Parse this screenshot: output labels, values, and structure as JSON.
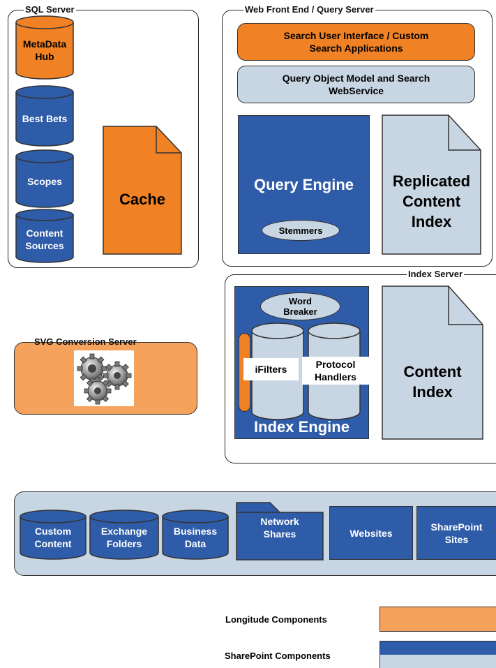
{
  "sql_server": {
    "title": "SQL Server",
    "databases": [
      "MetaData Hub",
      "Best Bets",
      "Scopes",
      "Content Sources"
    ],
    "cache": "Cache"
  },
  "wfe": {
    "title": "Web Front End / Query Server",
    "search_ui": "Search User Interface / Custom Search Applications",
    "query_om": "Query Object Model and Search WebService",
    "query_engine": "Query Engine",
    "stemmers": "Stemmers",
    "replicated_index": "Replicated Content Index"
  },
  "index_server": {
    "title": "Index Server",
    "word_breaker": "Word Breaker",
    "ifilters": "iFilters",
    "protocol_handlers": "Protocol Handlers",
    "index_engine": "Index Engine",
    "content_index": "Content Index"
  },
  "svg_server": {
    "title": "SVG Conversion Server",
    "icon": "gears-icon"
  },
  "sources": {
    "databases": [
      "Custom Content",
      "Exchange Folders",
      "Business Data"
    ],
    "network_shares": "Network Shares",
    "websites": "Websites",
    "sharepoint_sites": "SharePoint Sites"
  },
  "legend": {
    "longitude": "Longitude Components",
    "sharepoint": "SharePoint Components"
  },
  "colors": {
    "orange": "#F08125",
    "light_orange": "#F5A25D",
    "sharepoint_blue": "#2E5CA8",
    "light_blue": "#C8D5E3"
  }
}
